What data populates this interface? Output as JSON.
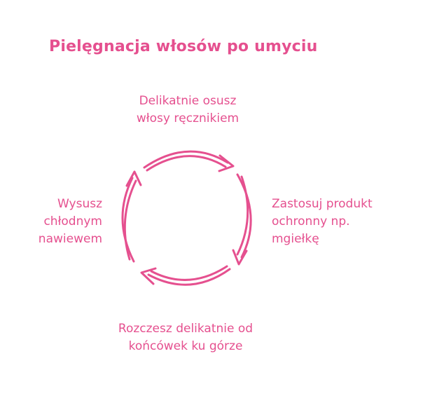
{
  "title": "Pielęgnacja włosów po umyciu",
  "accent_color": "#e5508f",
  "steps": [
    {
      "position": "top",
      "lines": [
        "Delikatnie osusz",
        "włosy ręcznikiem"
      ]
    },
    {
      "position": "right",
      "lines": [
        "Zastosuj produkt",
        "ochronny np.",
        "mgiełkę"
      ]
    },
    {
      "position": "bottom",
      "lines": [
        "Rozczesz delikatnie od",
        "końcówek ku górze"
      ]
    },
    {
      "position": "left",
      "lines": [
        "Wysusz",
        "chłodnym",
        "nawiewem"
      ]
    }
  ]
}
